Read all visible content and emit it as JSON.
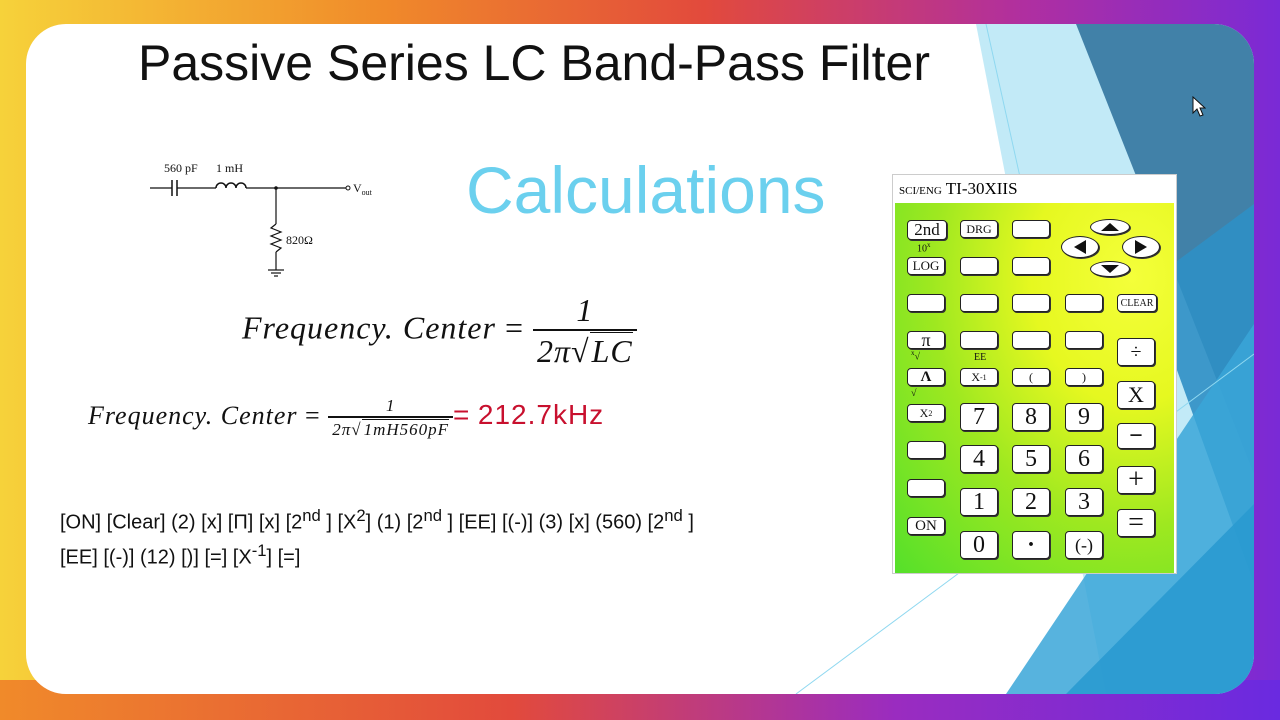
{
  "slide": {
    "title": "Passive Series LC Band-Pass Filter",
    "subtitle": "Calculations"
  },
  "circuit": {
    "capacitor_label": "560 pF",
    "inductor_label": "1 mH",
    "resistor_label": "820Ω",
    "output_label": "V",
    "output_sub": "out"
  },
  "equation1": {
    "lhs": "Frequency. Center",
    "eq": "=",
    "numerator": "1",
    "den_prefix": "2π",
    "den_radicand": "LC"
  },
  "equation2": {
    "lhs": "Frequency. Center",
    "eq": "=",
    "numerator": "1",
    "den_prefix": "2π",
    "den_radicand": "1mH560pF",
    "result_eq": "=",
    "result": "212.7kHz"
  },
  "keystrokes": {
    "line1_a": "[ON] [Clear] (2) [x] [Π] [x] [2",
    "line1_b": " ] [X",
    "line1_c": "] (1) [2",
    "line1_d": " ] [EE] [(-)] (3) [x] (560) [2",
    "line1_e": " ]",
    "line2_a": "[EE] [(-)] (12) [)] [=] [X",
    "line2_b": "] [=]",
    "sup_nd": "nd",
    "sup_2": "2",
    "sup_neg1": "-1"
  },
  "calculator": {
    "brand_small": "SCI/ENG",
    "model": "TI-30XIIS",
    "keys": {
      "second": "2nd",
      "drg": "DRG",
      "log": "LOG",
      "clear": "CLEAR",
      "pi": "π",
      "divide": "÷",
      "caret": "Λ",
      "x_inverse": "X",
      "x_inverse_sup": "-1",
      "paren_open": "(",
      "paren_close": ")",
      "multiply": "X",
      "x_squared": "X",
      "x_squared_sup": "2",
      "seven": "7",
      "eight": "8",
      "nine": "9",
      "minus": "−",
      "four": "4",
      "five": "5",
      "six": "6",
      "plus": "+",
      "one": "1",
      "two": "2",
      "three": "3",
      "equals": "=",
      "on": "ON",
      "zero": "0",
      "decimal": "·",
      "negative": "(-)"
    },
    "labels": {
      "ten_x": "10",
      "ten_x_sup": "x",
      "ee": "EE",
      "root_x": "x",
      "sqrt": "√"
    }
  },
  "colors": {
    "subtitle": "#6bd0ee",
    "result": "#c8102e",
    "deco_blue_dark": "#2a7fb0",
    "deco_blue_light": "#8fd8f0"
  },
  "icons": [
    "mouse-pointer-icon",
    "arrow-up-icon",
    "arrow-down-icon",
    "arrow-left-icon",
    "arrow-right-icon"
  ]
}
